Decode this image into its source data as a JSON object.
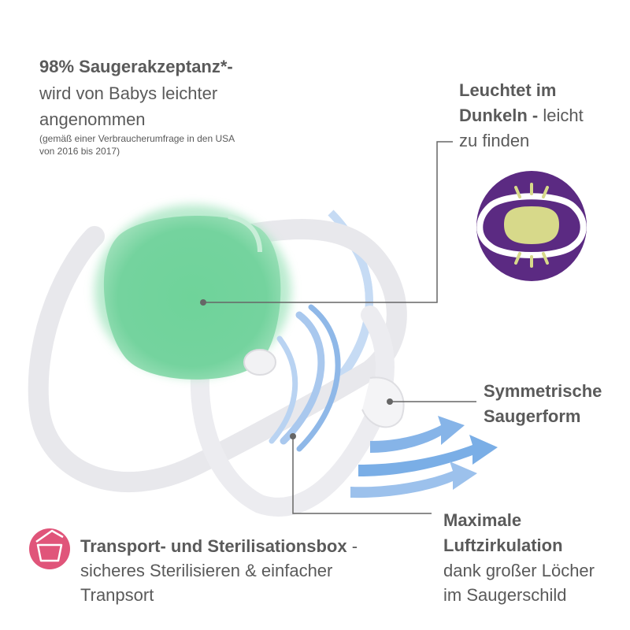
{
  "top_left": {
    "heading": "98% Saugerakzeptanz*-",
    "line1": "wird von Babys leichter",
    "line2": "angenommen",
    "note1": "(gemäß einer Verbraucherumfrage in den USA",
    "note2": "von 2016 bis 2017)"
  },
  "top_right": {
    "bold1": "Leuchtet im",
    "bold2": "Dunkeln -",
    "normal2": " leicht",
    "normal3": "zu finden"
  },
  "mid_right": {
    "bold1": "Symmetrische",
    "bold2": "Saugerform"
  },
  "bottom_right": {
    "bold1": "Maximale",
    "bold2": "Luftzirkulation",
    "normal1": "dank großer Löcher",
    "normal2": "im Saugerschild"
  },
  "bottom_left": {
    "bold": "Transport- und Sterilisationsbox",
    "dash": " -",
    "normal1": "sicheres Sterilisieren & einfacher",
    "normal2": "Tranpsort"
  },
  "colors": {
    "text": "#5a5a5a",
    "glow_green": "#6fd39a",
    "badge_purple": "#5b2a82",
    "glow_yellow": "#d7d98a",
    "airflow_blue": "#8fb8e8",
    "box_icon_pink": "#e0557a"
  },
  "icons": [
    "glow-in-dark-badge-icon",
    "sterilizer-box-icon",
    "airflow-arrow-icon"
  ]
}
